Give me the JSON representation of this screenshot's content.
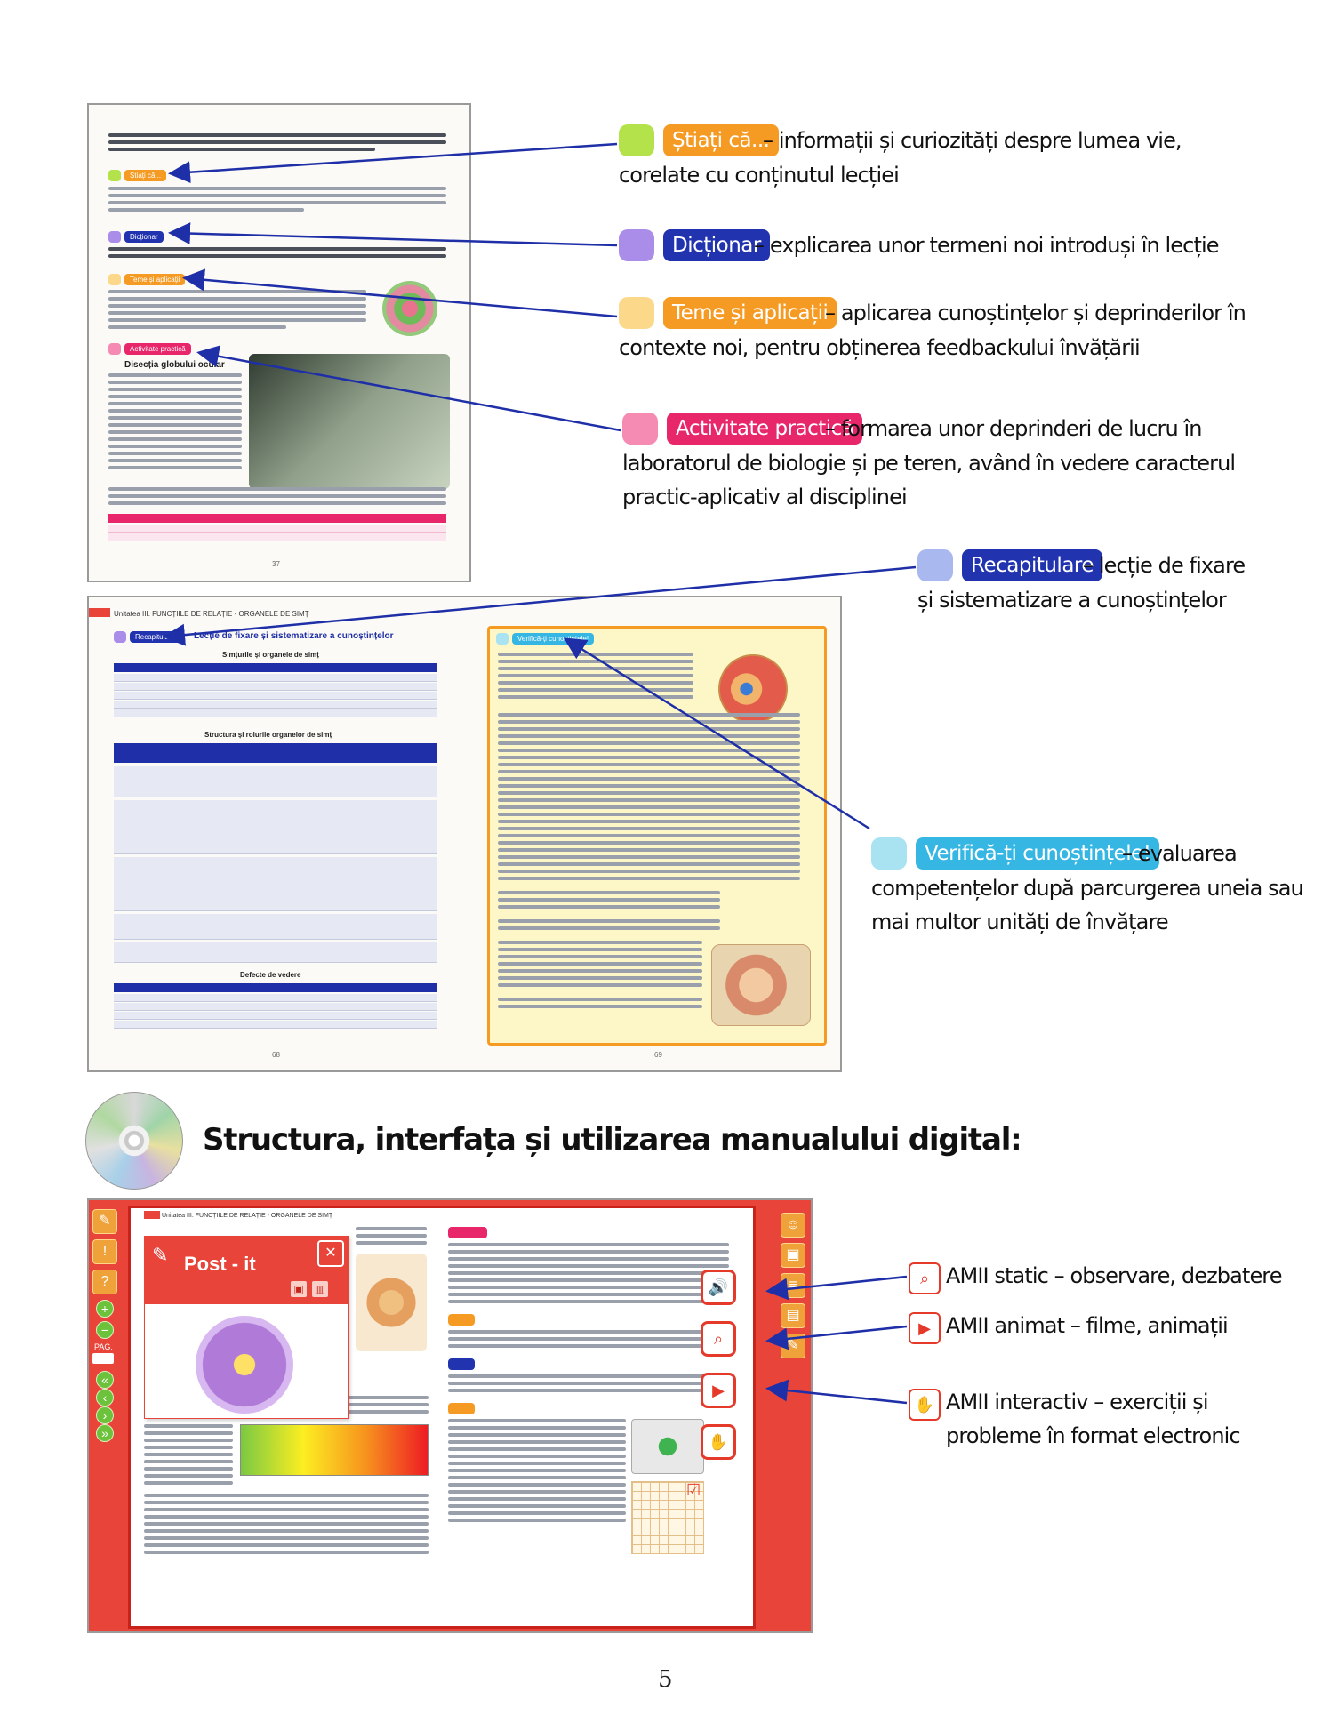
{
  "legend": {
    "stiati": {
      "badge": "Știați că...",
      "text_line1": "– informații și curiozități despre lumea vie,",
      "text_line2": "corelate cu conținutul lecției",
      "color": "#f59a23",
      "square": "#b4e24a"
    },
    "dictionar": {
      "badge": "Dicționar",
      "text_line1": "– explicarea unor termeni noi introduși în lecție",
      "color": "#2233b0",
      "square": "#a98de8"
    },
    "teme": {
      "badge": "Teme și aplicații",
      "text_line1": "– aplicarea cunoștințelor și deprinderilor în",
      "text_line2": "contexte noi, pentru obținerea feedbackului învățării",
      "color": "#f59a23",
      "square": "#fcd98a"
    },
    "activitate": {
      "badge": "Activitate practică",
      "text_line1": "– formarea unor deprinderi de lucru în",
      "text_line2": "laboratorul de biologie și pe teren, având în vedere caracterul",
      "text_line3": "practic-aplicativ al disciplinei",
      "color": "#e8266a",
      "square": "#f58bb3"
    },
    "recapitulare": {
      "badge": "Recapitulare",
      "text_line1": "– lecție de fixare",
      "text_line2": "și sistematizare a cunoștințelor",
      "color": "#2233b0",
      "square": "#a9b9f0"
    },
    "verifica": {
      "badge": "Verifică-ți cunoștințele!",
      "text_line1": "– evaluarea",
      "text_line2": "competențelor după parcurgerea uneia sau",
      "text_line3": "mai multor unități de învățare",
      "color": "#36b6e3",
      "square": "#a9e3f2"
    }
  },
  "headline": "Structura, interfața și utilizarea manualului digital:",
  "thumb1": {
    "chip_stiati": "Știați că...",
    "chip_dictionar": "Dicționar",
    "chip_teme": "Teme și aplicații",
    "chip_activitate": "Activitate practică",
    "heading": "Disecția globului ocular",
    "page_number": "37"
  },
  "thumb2": {
    "unit_title": "Unitatea III. FUNCȚIILE DE RELAȚIE - ORGANELE DE SIMȚ",
    "chip_recap": "Recapitulare",
    "lesson_title": "Lecție de fixare și sistematizare a cunoștințelor",
    "table_title": "Simțurile și organele de simț",
    "structura_title": "Structura și rolurile organelor de simț",
    "defecte_title": "Defecte de vedere",
    "chip_verifica": "Verifică-ți cunoștințele!",
    "page_left": "68",
    "page_right": "69"
  },
  "screen": {
    "unit_title": "Unitatea III. FUNCȚIILE DE RELAȚIE - ORGANELE DE SIMȚ",
    "postit_title": "Post - it",
    "close": "✕",
    "pag_label": "PAG."
  },
  "amll": {
    "static": "AMII static – observare, dezbatere",
    "animat": "AMII animat – filme, animații",
    "interactiv_line1": "AMII interactiv – exerciții și",
    "interactiv_line2": "probleme în format electronic"
  },
  "page_number": "5"
}
